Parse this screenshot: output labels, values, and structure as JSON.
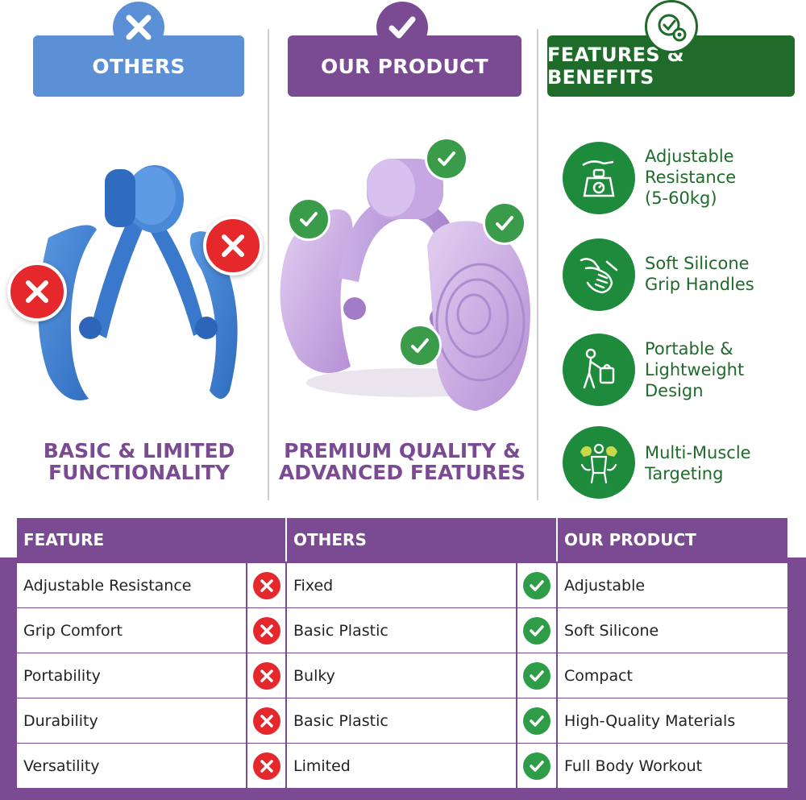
{
  "header": {
    "others_label": "OTHERS",
    "ours_label": "OUR PRODUCT",
    "features_label": "FEATURES & BENEFITS"
  },
  "captions": {
    "others_line1": "BASIC & LIMITED",
    "others_line2": "FUNCTIONALITY",
    "ours_line1": "PREMIUM QUALITY &",
    "ours_line2": "ADVANCED FEATURES"
  },
  "features": [
    {
      "icon": "scale-weight-icon",
      "lines": [
        "Adjustable",
        "Resistance",
        "(5-60kg)"
      ]
    },
    {
      "icon": "hand-grip-icon",
      "lines": [
        "Soft Silicone",
        "Grip Handles"
      ]
    },
    {
      "icon": "person-carrying-bag-icon",
      "lines": [
        "Portable &",
        "Lightweight",
        "Design"
      ]
    },
    {
      "icon": "muscle-body-icon",
      "lines": [
        "Multi-Muscle",
        "Targeting"
      ]
    }
  ],
  "table": {
    "headers": [
      "FEATURE",
      "OTHERS",
      "OUR PRODUCT"
    ],
    "rows": [
      {
        "feature": "Adjustable Resistance",
        "others": "Fixed",
        "ours": "Adjustable"
      },
      {
        "feature": "Grip Comfort",
        "others": "Basic Plastic",
        "ours": "Soft Silicone"
      },
      {
        "feature": "Portability",
        "others": "Bulky",
        "ours": "Compact"
      },
      {
        "feature": "Durability",
        "others": "Basic Plastic",
        "ours": "High-Quality Materials"
      },
      {
        "feature": "Versatility",
        "others": "Limited",
        "ours": "Full Body Workout"
      }
    ]
  },
  "colors": {
    "others_blue": "#5b8fd6",
    "ours_purple": "#7a4a93",
    "features_green": "#1f6b2a",
    "cross_red": "#e4282c",
    "check_green": "#2f9c48"
  }
}
